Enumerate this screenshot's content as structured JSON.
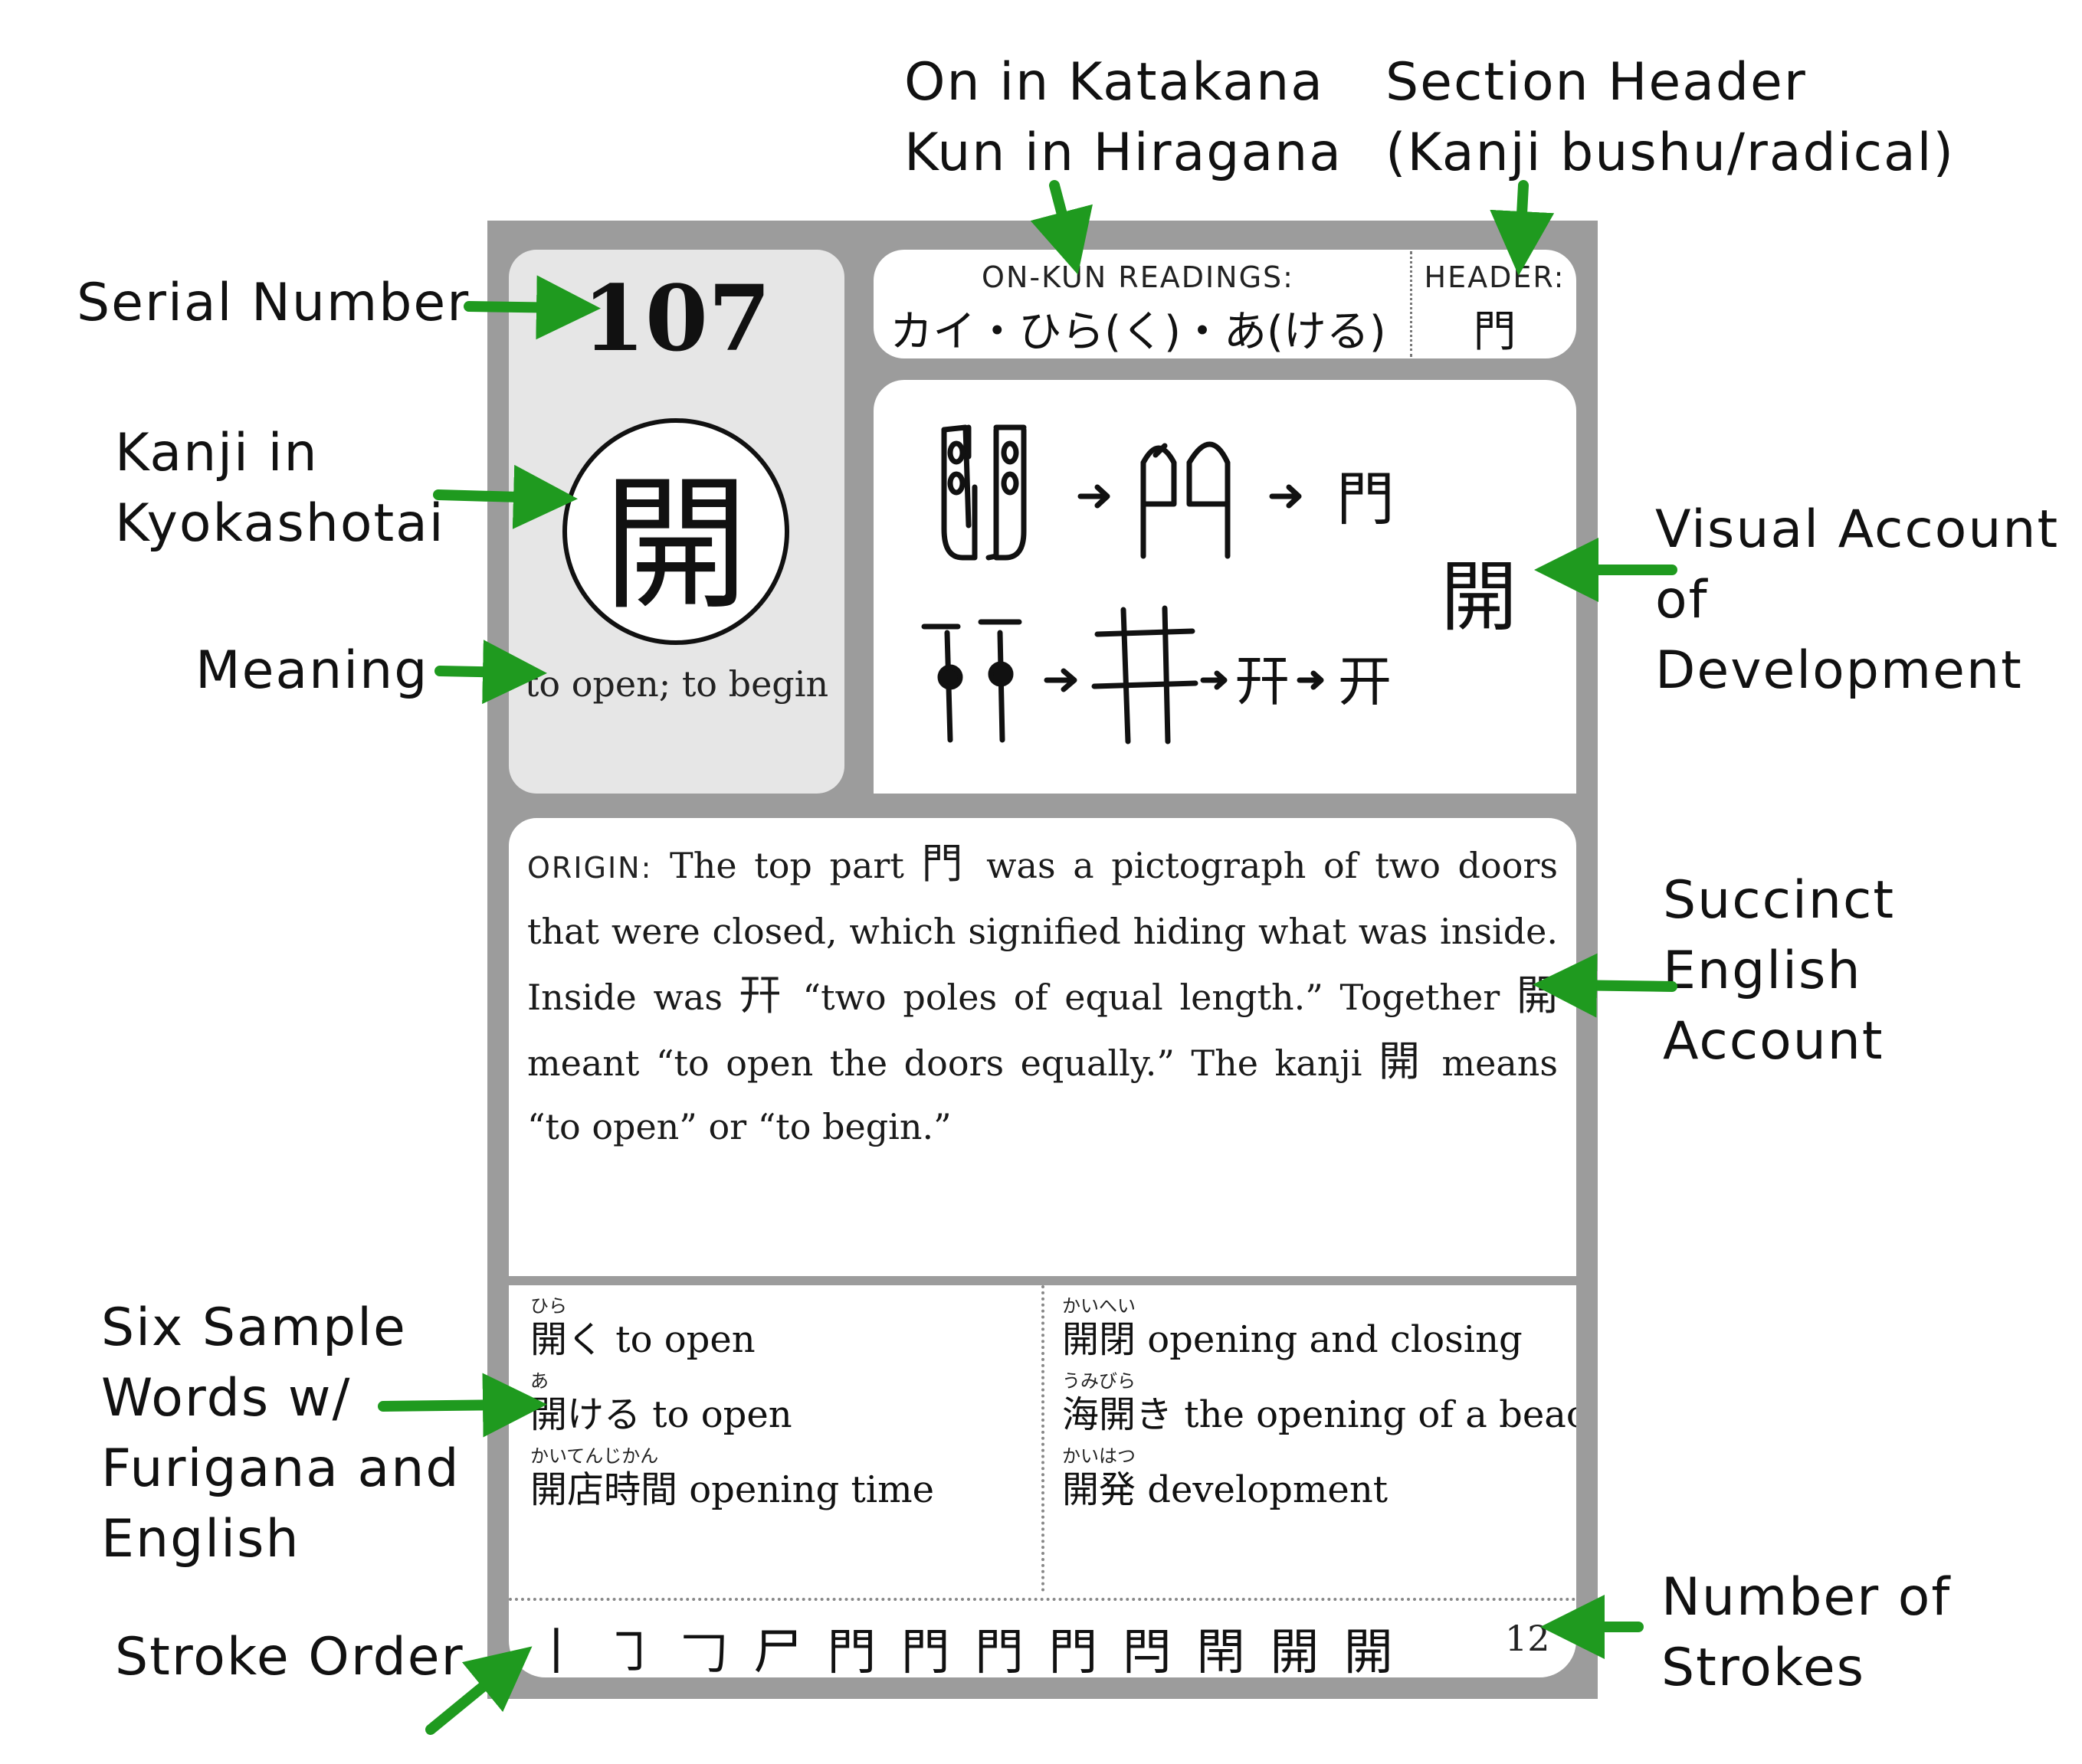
{
  "annotations": {
    "serial_number": "Serial Number",
    "kanji_kyokashotai": "Kanji in\nKyokashotai",
    "meaning": "Meaning",
    "on_kun": "On in Katakana\nKun in Hiragana",
    "section_header": "Section Header\n(Kanji bushu/radical)",
    "visual_account": "Visual Account\nof Development",
    "english_account": "Succinct\nEnglish\nAccount",
    "sample_words": "Six Sample\nWords w/\nFurigana and\nEnglish",
    "stroke_order": "Stroke Order",
    "number_of_strokes": "Number of\nStrokes"
  },
  "card": {
    "serial": "107",
    "kanji": "開",
    "meaning": "to open; to begin",
    "readings_label": "ON-KUN READINGS:",
    "readings": "カイ・ひら(く)・あ(ける)",
    "header_label": "HEADER:",
    "header_radical": "門",
    "development": {
      "row1_stage3": "門",
      "final": "開",
      "row2_stage3": "幵",
      "row2_stage4": "开"
    },
    "origin": {
      "label": "ORIGIN:",
      "p1": " The top part ",
      "k1": "門",
      "p2": " was a pictograph of two doors that were closed, which signified hiding what was inside. Inside was ",
      "k2": "幵",
      "p3": " “two poles of equal length.” Together ",
      "k3": "開",
      "p4": " meant “to open the doors equally.” The kanji ",
      "k4": "開",
      "p5": " means “to open” or “to begin.”"
    },
    "words": [
      {
        "furigana": "ひら",
        "kanji": "開く",
        "english": "to open"
      },
      {
        "furigana": "あ",
        "kanji": "開ける",
        "english": "to open"
      },
      {
        "furigana": "かいてんじかん",
        "kanji": "開店時間",
        "english": "opening time"
      },
      {
        "furigana": "かいへい",
        "kanji": "開閉",
        "english": "opening and closing"
      },
      {
        "furigana": "うみびら",
        "kanji": "海開き",
        "english": "the opening of a beach"
      },
      {
        "furigana": "かいはつ",
        "kanji": "開発",
        "english": "development"
      }
    ],
    "stroke_order": "丨 ㇆ 𠃌 尸 門 門 門 門 閂 閈 開 開",
    "stroke_count": "12"
  },
  "colors": {
    "arrow": "#1f9a1f",
    "card_frame": "#9c9c9c",
    "left_panel": "#e6e6e6"
  }
}
